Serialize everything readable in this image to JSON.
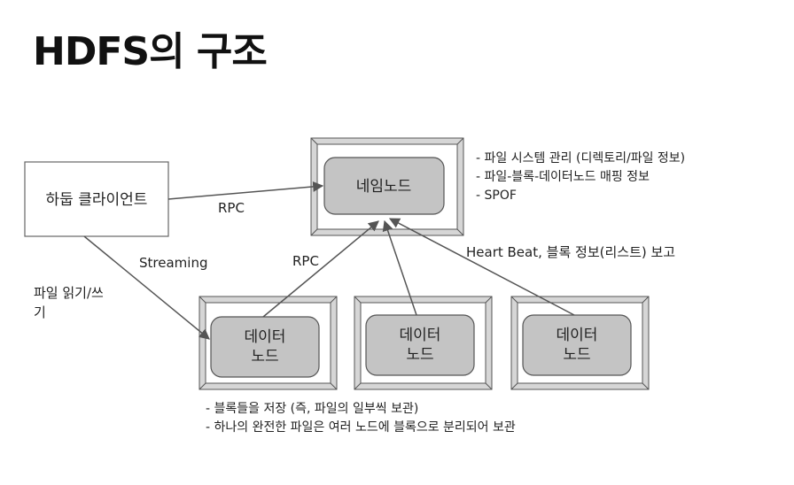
{
  "title": "HDFS의 구조",
  "client": {
    "label": "하둡 클라이언트"
  },
  "namenode": {
    "label": "네임노드",
    "notes": [
      "- 파일 시스템 관리 (디렉토리/파일 정보)",
      "- 파일-블록-데이터노드 매핑 정보",
      "- SPOF"
    ]
  },
  "datanodes": [
    {
      "line1": "데이터",
      "line2": "노드"
    },
    {
      "line1": "데이터",
      "line2": "노드"
    },
    {
      "line1": "데이터",
      "line2": "노드"
    }
  ],
  "edges": {
    "client_to_namenode": "RPC",
    "client_to_datanode": "Streaming",
    "datanode_to_namenode": "RPC",
    "heartbeat": "Heart Beat, 블록 정보(리스트) 보고"
  },
  "read_write": {
    "line1": "파일 읽기/쓰",
    "line2": "기"
  },
  "datanode_notes": [
    "- 블록들을 저장 (즉, 파일의 일부씩 보관)",
    "- 하나의 완전한 파일은 여러 노드에 블록으로 분리되어 보관"
  ]
}
